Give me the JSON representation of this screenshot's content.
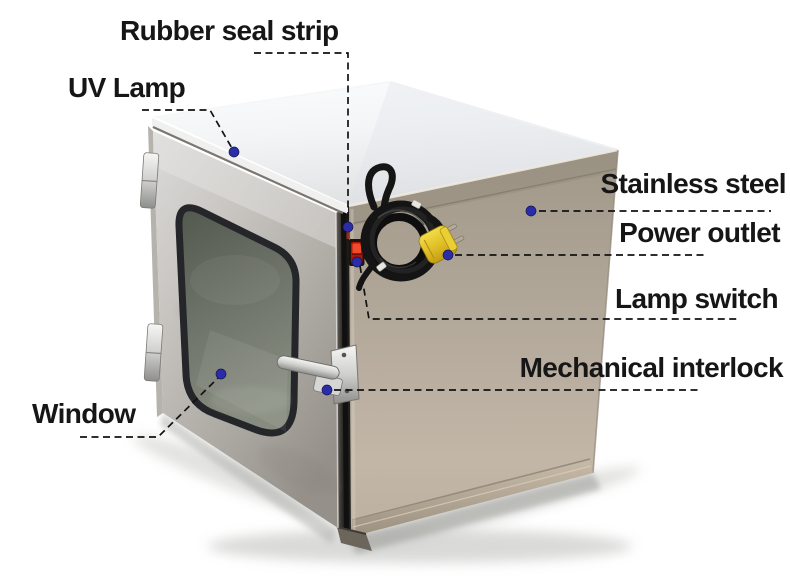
{
  "figure": {
    "type": "annotated-product-diagram",
    "subject": "stainless steel cleanroom pass box"
  },
  "annotations": {
    "labels": [
      {
        "id": "rubber-seal-strip",
        "text": "Rubber seal strip"
      },
      {
        "id": "uv-lamp",
        "text": "UV Lamp"
      },
      {
        "id": "stainless-steel",
        "text": "Stainless steel"
      },
      {
        "id": "power-outlet",
        "text": "Power outlet"
      },
      {
        "id": "lamp-switch",
        "text": "Lamp switch"
      },
      {
        "id": "mechanical-interlock",
        "text": "Mechanical interlock"
      },
      {
        "id": "window",
        "text": "Window"
      }
    ]
  },
  "colors": {
    "background": "#ffffff",
    "label_text": "#161616",
    "leader_line": "#121212",
    "marker_dot": "#2b2da8",
    "top_face": "#f2f4f5",
    "side_face_taupe": "#b2a89b",
    "door_steel": "#c2bfba",
    "window_glass": "#6b7066",
    "window_gasket": "#24262a",
    "plug_yellow": "#e6c727",
    "switch_red": "#d42313",
    "cord_black": "#151515"
  }
}
